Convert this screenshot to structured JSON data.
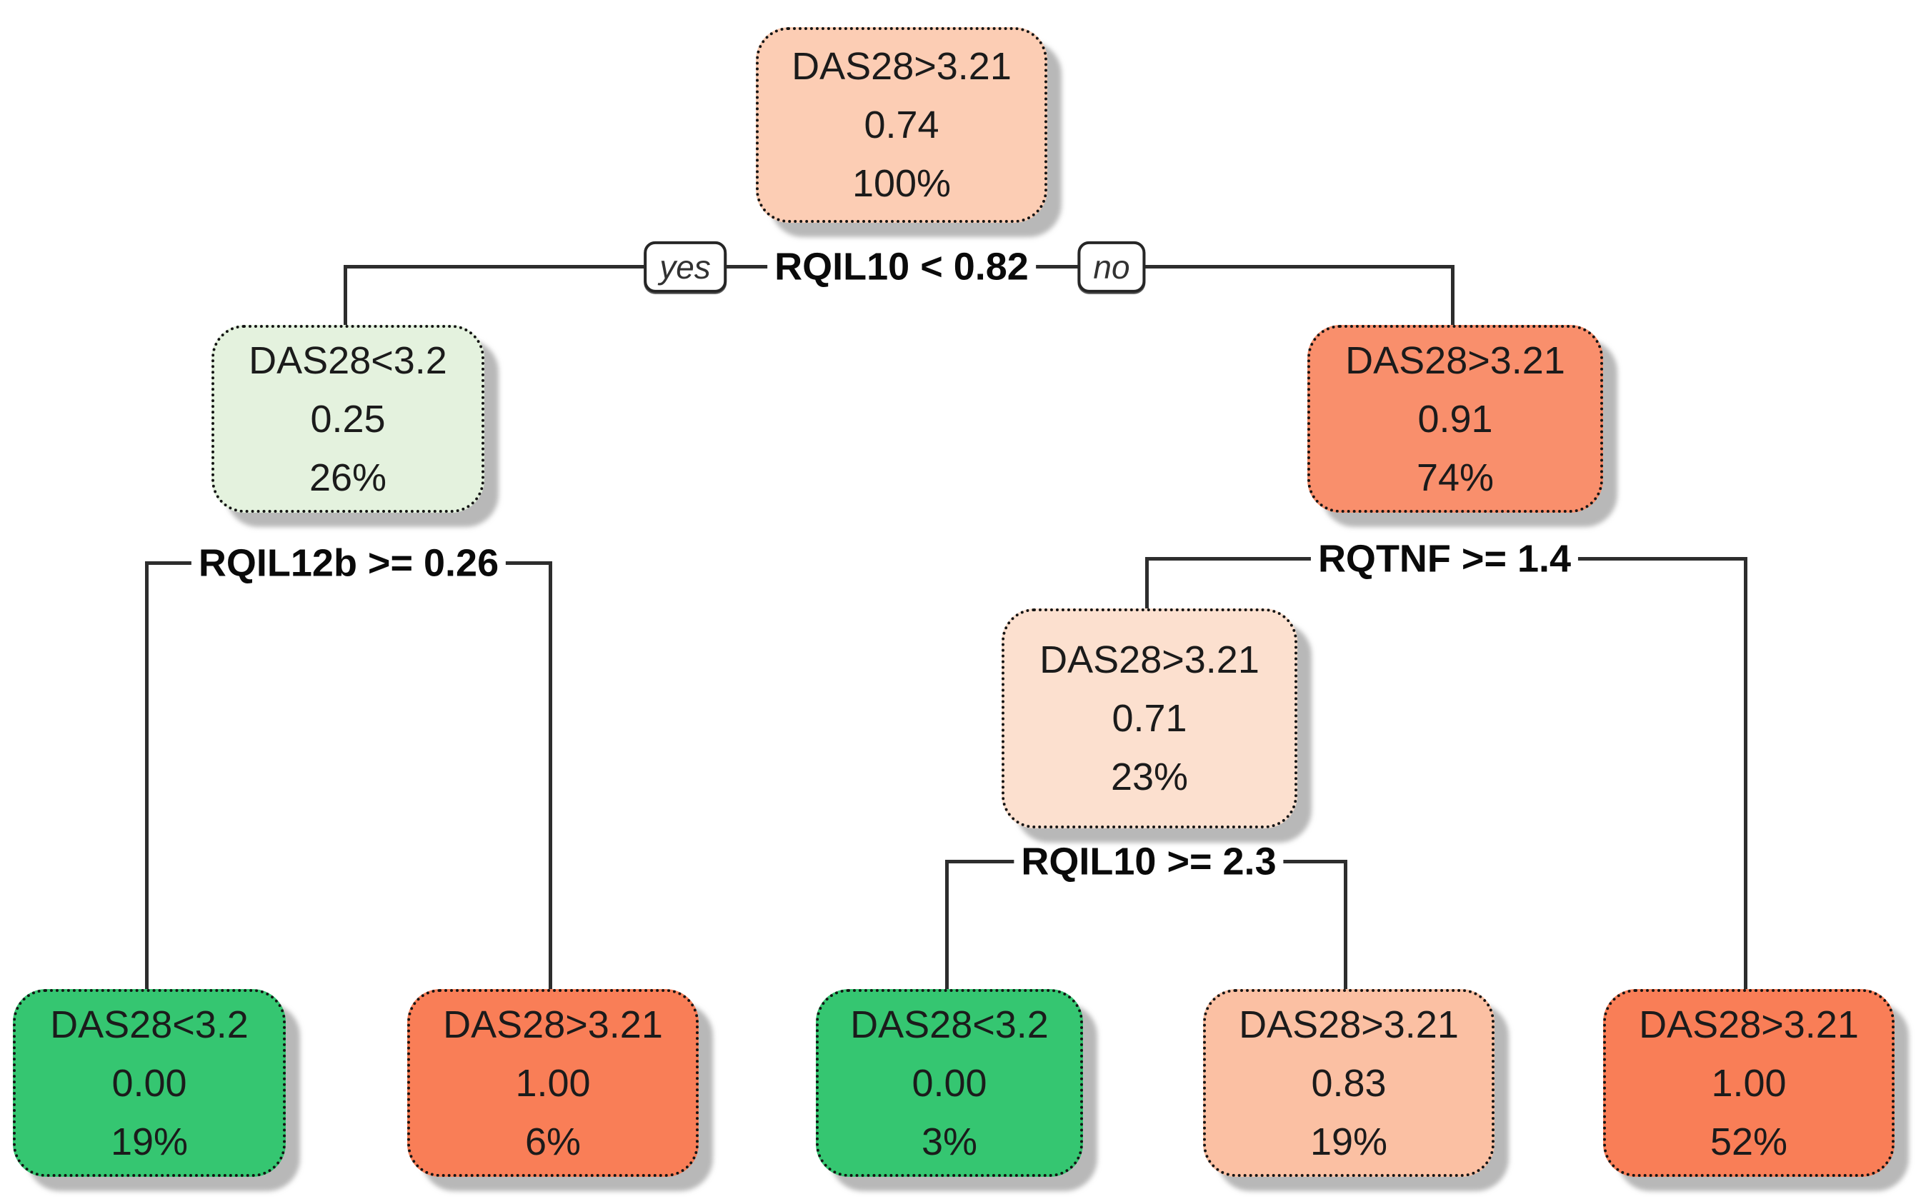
{
  "diagram": {
    "type": "decision_tree",
    "background_color": "#ffffff",
    "edge_color": "#2d2d2d",
    "border_style": "dotted",
    "splits": [
      {
        "id": "s-root",
        "condition": "RQIL10 < 0.82",
        "yes_label": "yes",
        "no_label": "no",
        "parent": "root",
        "yes_child": "node-26pct",
        "no_child": "node-74pct"
      },
      {
        "id": "s-left",
        "condition": "RQIL12b >= 0.26",
        "parent": "node-26pct",
        "yes_child": "leaf-19pct-green",
        "no_child": "leaf-6pct"
      },
      {
        "id": "s-right",
        "condition": "RQTNF >= 1.4",
        "parent": "node-74pct",
        "yes_child": "node-23pct",
        "no_child": "leaf-52pct"
      },
      {
        "id": "s-mid",
        "condition": "RQIL10 >= 2.3",
        "parent": "node-23pct",
        "yes_child": "leaf-3pct",
        "no_child": "leaf-19pct-salmon"
      }
    ],
    "nodes": [
      {
        "id": "root",
        "class_label": "DAS28>3.21",
        "probability": "0.74",
        "percent": "100%",
        "fill": "#fccdb4"
      },
      {
        "id": "node-26pct",
        "class_label": "DAS28<3.2",
        "probability": "0.25",
        "percent": "26%",
        "fill": "#e4f2de"
      },
      {
        "id": "node-74pct",
        "class_label": "DAS28>3.21",
        "probability": "0.91",
        "percent": "74%",
        "fill": "#f98f6c"
      },
      {
        "id": "node-23pct",
        "class_label": "DAS28>3.21",
        "probability": "0.71",
        "percent": "23%",
        "fill": "#fce0cf"
      },
      {
        "id": "leaf-19pct-green",
        "class_label": "DAS28<3.2",
        "probability": "0.00",
        "percent": "19%",
        "fill": "#35c671"
      },
      {
        "id": "leaf-6pct",
        "class_label": "DAS28>3.21",
        "probability": "1.00",
        "percent": "6%",
        "fill": "#f97e57"
      },
      {
        "id": "leaf-3pct",
        "class_label": "DAS28<3.2",
        "probability": "0.00",
        "percent": "3%",
        "fill": "#35c671"
      },
      {
        "id": "leaf-19pct-salmon",
        "class_label": "DAS28>3.21",
        "probability": "0.83",
        "percent": "19%",
        "fill": "#fbc0a3"
      },
      {
        "id": "leaf-52pct",
        "class_label": "DAS28>3.21",
        "probability": "1.00",
        "percent": "52%",
        "fill": "#f97e57"
      }
    ]
  }
}
